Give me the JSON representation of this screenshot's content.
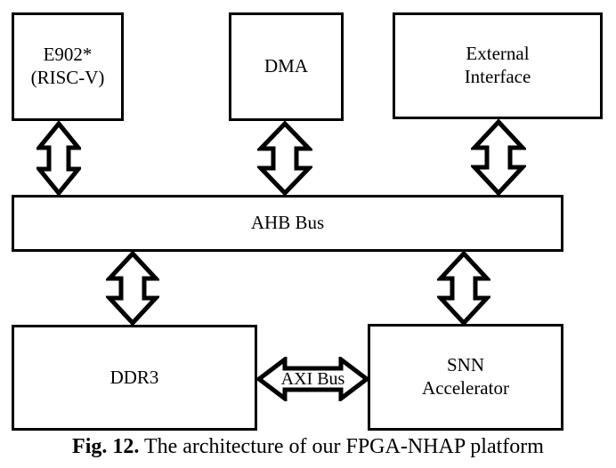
{
  "figure": {
    "caption_prefix": "Fig. 12.",
    "caption_text": " The architecture of our FPGA-NHAP platform",
    "background_color": "#ffffff",
    "line_color": "#000000"
  },
  "blocks": {
    "e902": {
      "line1": "E902*",
      "line2": "(RISC-V)"
    },
    "dma": {
      "line1": "DMA"
    },
    "external_interface": {
      "line1": "External",
      "line2": "Interface"
    },
    "ahb_bus": {
      "line1": "AHB Bus"
    },
    "ddr3": {
      "line1": "DDR3"
    },
    "snn_accelerator": {
      "line1": "SNN",
      "line2": "Accelerator"
    }
  },
  "connections": {
    "axi_bus": {
      "label": "AXI Bus",
      "direction": "bidirectional"
    },
    "e902_to_ahb": {
      "direction": "bidirectional"
    },
    "dma_to_ahb": {
      "direction": "bidirectional"
    },
    "extif_to_ahb": {
      "direction": "bidirectional"
    },
    "ahb_to_ddr3": {
      "direction": "bidirectional"
    },
    "ahb_to_snn": {
      "direction": "bidirectional"
    }
  }
}
